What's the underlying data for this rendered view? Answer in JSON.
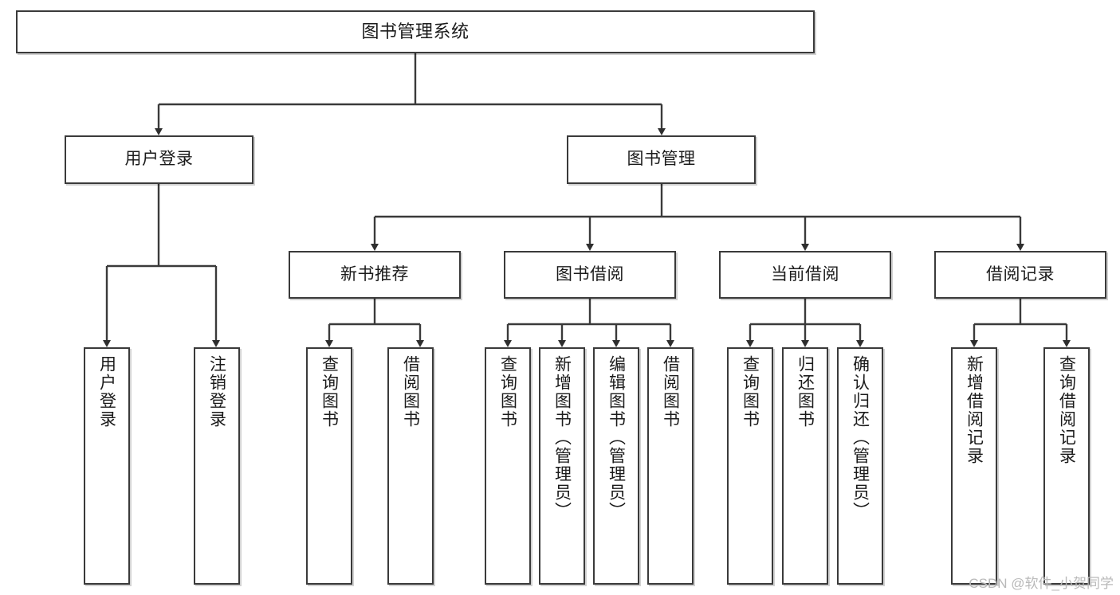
{
  "diagram": {
    "title": "图书管理系统",
    "type": "tree",
    "orientation": "top-down",
    "colors": {
      "box_border": "#3a3a3a",
      "box_fill": "#ffffff",
      "edge": "#3a3a3a",
      "text": "#1b1b1b",
      "watermark": "#b9b9b9",
      "background": "#ffffff"
    }
  },
  "watermark": {
    "text": "CSDN @软件_小贺同学"
  },
  "nodes": {
    "root": {
      "label": "图书管理系统",
      "level": 1
    },
    "level2": [
      {
        "label": "用户登录",
        "level": 2
      },
      {
        "label": "图书管理",
        "level": 2
      }
    ],
    "level3": [
      {
        "label": "新书推荐",
        "level": 3,
        "parent": "图书管理"
      },
      {
        "label": "图书借阅",
        "level": 3,
        "parent": "图书管理"
      },
      {
        "label": "当前借阅",
        "level": 3,
        "parent": "图书管理"
      },
      {
        "label": "借阅记录",
        "level": 3,
        "parent": "图书管理"
      }
    ],
    "leaves": [
      {
        "label": "用户登录",
        "parent": "用户登录",
        "group": "user-login"
      },
      {
        "label": "注销登录",
        "parent": "用户登录",
        "group": "user-login"
      },
      {
        "label": "查询图书",
        "parent": "新书推荐",
        "group": "new-book"
      },
      {
        "label": "借阅图书",
        "parent": "新书推荐",
        "group": "new-book"
      },
      {
        "label": "查询图书",
        "parent": "图书借阅",
        "group": "borrow"
      },
      {
        "label": "新增图书（管理员）",
        "parent": "图书借阅",
        "group": "borrow"
      },
      {
        "label": "编辑图书（管理员）",
        "parent": "图书借阅",
        "group": "borrow"
      },
      {
        "label": "借阅图书",
        "parent": "图书借阅",
        "group": "borrow"
      },
      {
        "label": "查询图书",
        "parent": "当前借阅",
        "group": "current"
      },
      {
        "label": "归还图书",
        "parent": "当前借阅",
        "group": "current"
      },
      {
        "label": "确认归还（管理员）",
        "parent": "当前借阅",
        "group": "current"
      },
      {
        "label": "新增借阅记录",
        "parent": "借阅记录",
        "group": "record"
      },
      {
        "label": "查询借阅记录",
        "parent": "借阅记录",
        "group": "record"
      }
    ]
  }
}
